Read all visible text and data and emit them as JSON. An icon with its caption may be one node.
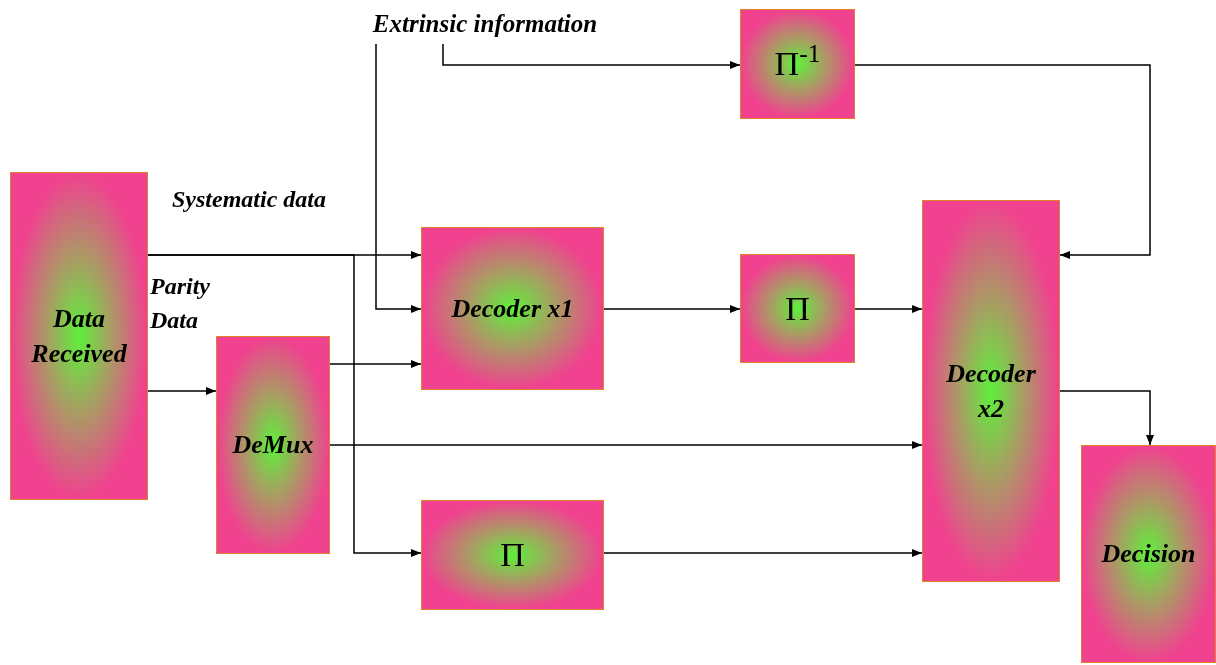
{
  "diagram": {
    "nodes": [
      {
        "text": [
          "Data Received"
        ]
      },
      {
        "text": [
          "DeMux"
        ]
      },
      {
        "text": [
          "Decoder x1"
        ]
      },
      {
        "text": [
          "Π$^{-1}$"
        ]
      },
      {
        "text": [
          "Π"
        ]
      },
      {
        "text": [
          "Π"
        ]
      },
      {
        "text": [
          "Decoder x2"
        ]
      },
      {
        "text": [
          "Decision"
        ]
      },
      {
        "text": [
          "Extrinsic information"
        ]
      }
    ],
    "edges": [
      {
        "from": 0,
        "to": 2,
        "arrow": "to",
        "label": "Systematic data"
      },
      {
        "from": 0,
        "to": 5,
        "arrow": "to"
      },
      {
        "from": 0,
        "to": 1,
        "arrow": "to",
        "label": "Parity Data"
      },
      {
        "from": 8,
        "to": 2,
        "arrow": "to"
      },
      {
        "from": 8,
        "to": 3,
        "arrow": "to"
      },
      {
        "from": 1,
        "to": 2,
        "arrow": "to"
      },
      {
        "from": 1,
        "to": 6,
        "arrow": "to"
      },
      {
        "from": 2,
        "to": 4,
        "arrow": "to"
      },
      {
        "from": 4,
        "to": 6,
        "arrow": "to"
      },
      {
        "from": 5,
        "to": 6,
        "arrow": "to"
      },
      {
        "from": 3,
        "to": 6,
        "arrow": "to"
      },
      {
        "from": 6,
        "to": 7,
        "arrow": "to"
      }
    ]
  }
}
